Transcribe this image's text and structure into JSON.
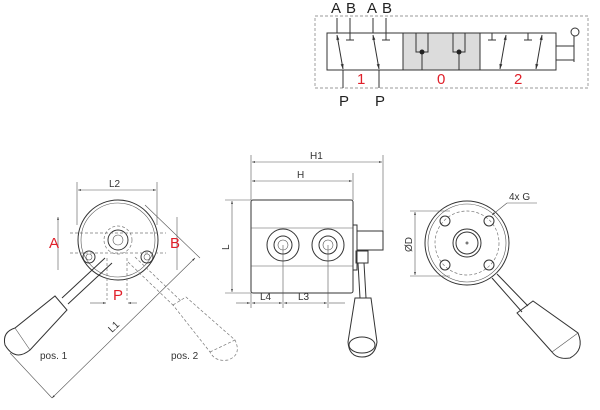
{
  "symbol": {
    "ports_top": [
      "A",
      "B",
      "A",
      "B"
    ],
    "ports_bottom": [
      "P",
      "P"
    ],
    "positions": [
      "1",
      "0",
      "2"
    ],
    "colors": {
      "center_fill": "#dcdcdc",
      "position_label": "#e0202a"
    }
  },
  "front_view": {
    "dim_l2": "L2",
    "port_a": "A",
    "port_b": "B",
    "port_p": "P",
    "dim_l1": "L1",
    "pos1": "pos. 1",
    "pos2": "pos. 2"
  },
  "side_view": {
    "dim_h1": "H1",
    "dim_h": "H",
    "dim_l": "L",
    "dim_l4": "L4",
    "dim_l3": "L3"
  },
  "rear_view": {
    "dim_d": "ØD",
    "holes": "4x G"
  }
}
